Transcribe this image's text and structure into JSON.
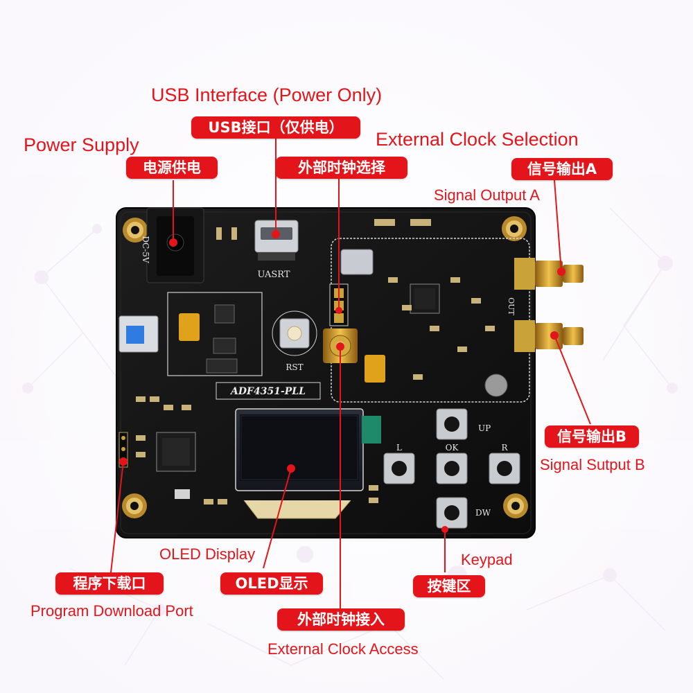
{
  "labels": {
    "usb_interface_en": "USB Interface (Power Only)",
    "usb_interface_cn": "USB接口（仅供电）",
    "power_supply_en": "Power Supply",
    "power_supply_cn": "电源供电",
    "ext_clock_select_en": "External Clock Selection",
    "ext_clock_select_cn": "外部时钟选择",
    "signal_a_cn": "信号输出A",
    "signal_a_en": "Signal Output A",
    "signal_b_cn": "信号输出B",
    "signal_b_en": "Signal Sutput B",
    "oled_en": "OLED Display",
    "oled_cn": "OLED显示",
    "keypad_en": "Keypad",
    "keypad_cn": "按键区",
    "program_port_cn": "程序下载口",
    "program_port_en": "Program Download Port",
    "ext_clock_access_cn": "外部时钟接入",
    "ext_clock_access_en": "External Clock Access"
  },
  "board": {
    "model_label": "ADF4351-PLL",
    "dc_label": "DC-5V",
    "usb_silk": "UASRT",
    "rst_label": "RST",
    "out_label": "OUT",
    "key_up": "UP",
    "key_ok": "OK",
    "key_left": "L",
    "key_right": "R",
    "key_down": "DW",
    "callout_color": "#e3151a"
  }
}
